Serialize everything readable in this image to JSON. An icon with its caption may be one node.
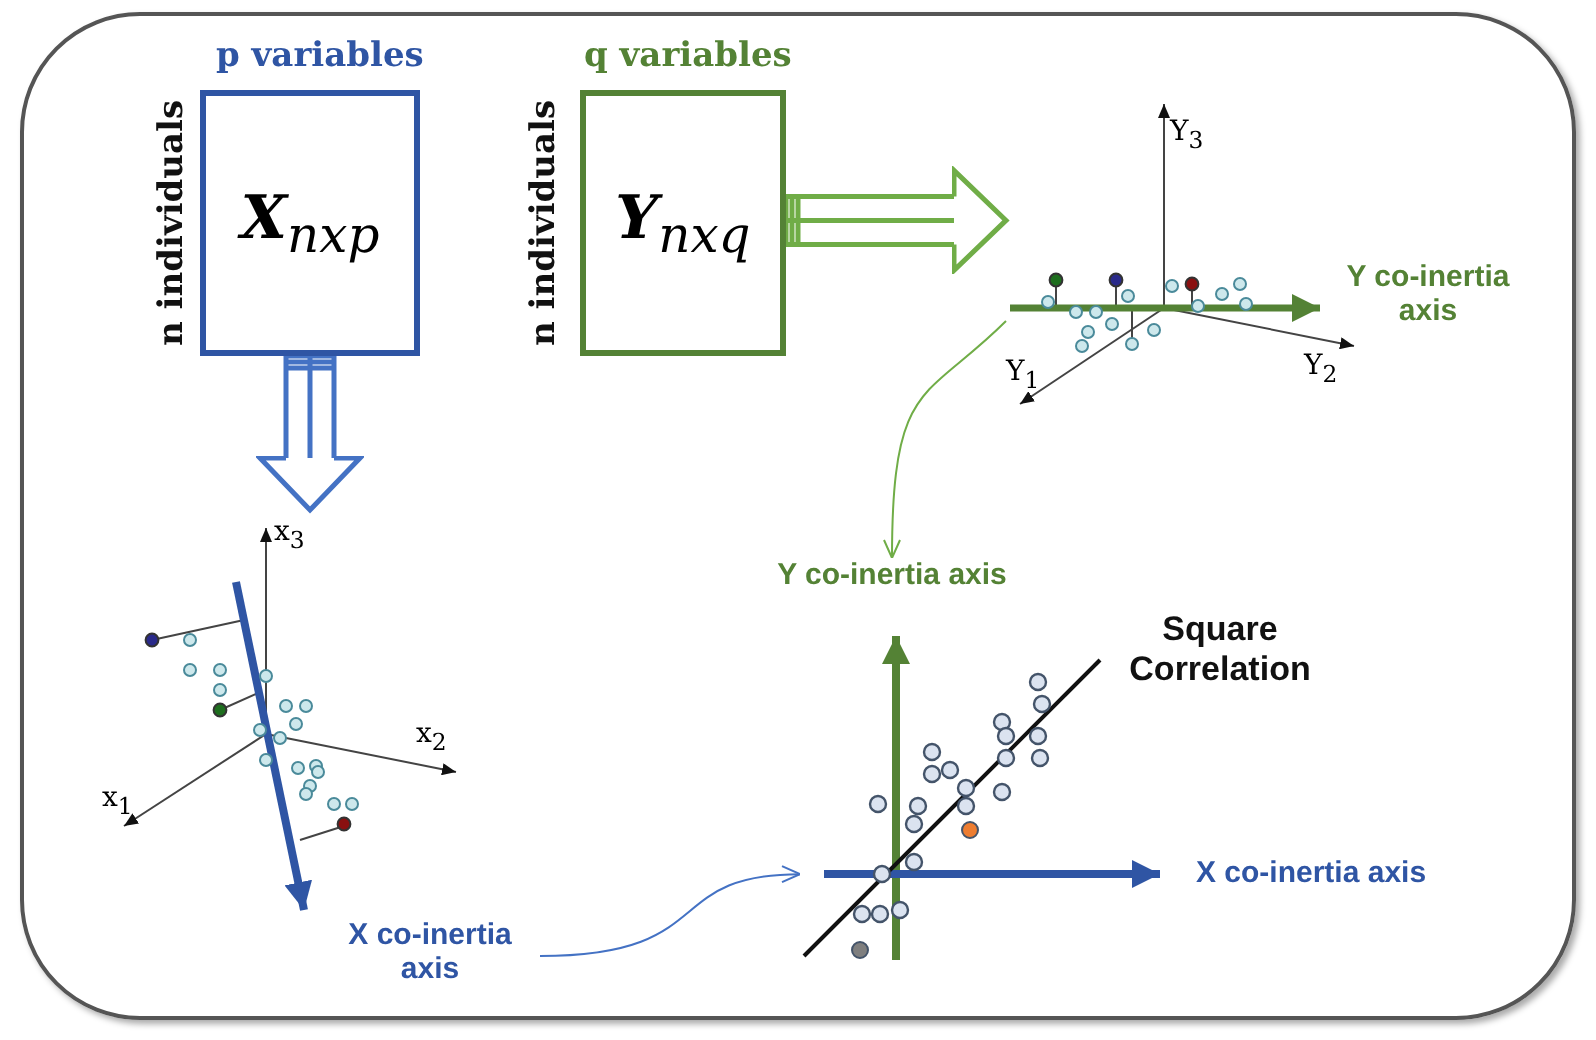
{
  "diagram": {
    "nodes": [
      {
        "text": [
          "X$_{nxp}$"
        ],
        "beside": [
          "p variables",
          "n individuals"
        ]
      },
      {
        "text": [
          "Y$_{nxq}$"
        ],
        "beside": [
          "q variables",
          "n individuals"
        ]
      },
      {
        "text": [],
        "shape": "picture"
      },
      {
        "text": [
          "X co-inertia axis"
        ]
      },
      {
        "text": [],
        "shape": "picture"
      },
      {
        "text": [],
        "shape": "picture"
      },
      {
        "text": [
          "Y co-inertia axis"
        ]
      }
    ],
    "edges": [
      {
        "from": 0,
        "to": 2,
        "arrow": "to",
        "style": "thick",
        "color": "#4472c4"
      },
      {
        "from": 1,
        "to": 4,
        "arrow": "to",
        "style": "thick",
        "color": "#70ad47"
      },
      {
        "from": 3,
        "to": 5,
        "arrow": "to",
        "color": "#4472c4"
      },
      {
        "from": 4,
        "to": 6,
        "arrow": "to",
        "color": "#70ad47"
      }
    ],
    "labels": [
      "x$_{3}$",
      "x$_{2}$",
      "x$_{1}$",
      "Y$_{3}$",
      "Y$_{2}$",
      "Y$_{1}$",
      "Y co-inertia axis",
      "Square Correlation",
      "X co-inertia axis"
    ]
  }
}
